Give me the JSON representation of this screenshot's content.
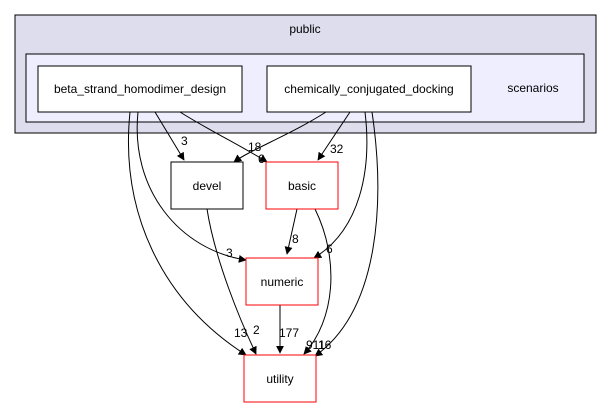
{
  "clusters": {
    "outer": {
      "label": "public"
    },
    "inner": {
      "label": "scenarios"
    }
  },
  "nodes": {
    "beta": {
      "label": "beta_strand_homodimer_design"
    },
    "chem": {
      "label": "chemically_conjugated_docking"
    },
    "devel": {
      "label": "devel"
    },
    "basic": {
      "label": "basic"
    },
    "numeric": {
      "label": "numeric"
    },
    "utility": {
      "label": "utility"
    }
  },
  "edges": {
    "beta_devel": {
      "label": "3"
    },
    "beta_basic": {
      "label": "18"
    },
    "chem_devel": {
      "label": "6"
    },
    "chem_basic": {
      "label": "32"
    },
    "chem_numeric": {
      "label": "6"
    },
    "chem_utility": {
      "label": "16"
    },
    "beta_numeric": {
      "label": "3"
    },
    "beta_utility": {
      "label": "13"
    },
    "devel_utility": {
      "label": "2"
    },
    "basic_numeric": {
      "label": "8"
    },
    "basic_utility": {
      "label": "911"
    },
    "numeric_utility": {
      "label": "177"
    }
  },
  "colors": {
    "outer_fill": "#dddded",
    "inner_fill": "#eeeeff",
    "node_border_plain": "#000000",
    "node_border_linked": "#ff0000"
  }
}
